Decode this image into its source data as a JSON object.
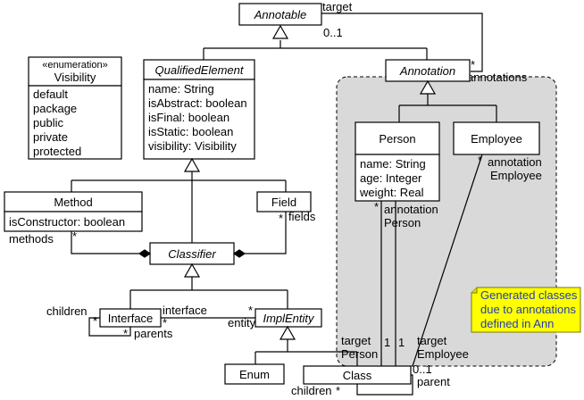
{
  "colors": {
    "package_fill": "#d9d9d9",
    "note_fill": "#ffff00",
    "note_text": "#1f3fb0",
    "line": "#000000"
  },
  "classes": {
    "annotable": "Annotable",
    "qualified_element": {
      "name": "QualifiedElement",
      "attributes": [
        "name: String",
        "isAbstract: boolean",
        "isFinal: boolean",
        "isStatic: boolean",
        "visibility: Visibility"
      ]
    },
    "visibility": {
      "stereotype": "«enumeration»",
      "name": "Visibility",
      "literals": [
        "default",
        "package",
        "public",
        "private",
        "protected"
      ]
    },
    "annotation": "Annotation",
    "person": {
      "name": "Person",
      "attributes": [
        "name: String",
        "age: Integer",
        "weight: Real"
      ]
    },
    "employee": "Employee",
    "method": {
      "name": "Method",
      "attributes": [
        "isConstructor: boolean"
      ]
    },
    "field": "Field",
    "classifier": "Classifier",
    "interface": "Interface",
    "impl_entity": "ImplEntity",
    "enum": "Enum",
    "class": "Class"
  },
  "labels": {
    "annotable_target": "target",
    "annotable_mult": "0..1",
    "annotations_mult": "*",
    "annotations_role": "annotations",
    "methods_role": "methods",
    "methods_mult": "*",
    "fields_mult": "*",
    "fields_role": "fields",
    "person_mult": "*",
    "person_role_1": "annotation",
    "person_role_2": "Person",
    "employee_mult": "*",
    "employee_role_1": "annotation",
    "employee_role_2": "Employee",
    "target_person_1": "target",
    "target_person_2": "Person",
    "one_a": "1",
    "one_b": "1",
    "target_employee_1": "target",
    "target_employee_2": "Employee",
    "children_left": "children",
    "children_star_a": "*",
    "children_star_b": "*",
    "parents_role": "parents",
    "interface_role": "interface",
    "interface_star": "*",
    "entity_role": "entity",
    "entity_star": "*",
    "class_parent_mult": "0..1",
    "class_parent_role": "parent",
    "class_children_role": "children",
    "class_children_star": "*"
  },
  "note": [
    "Generated classes",
    "due to annotations",
    "defined in Ann"
  ]
}
